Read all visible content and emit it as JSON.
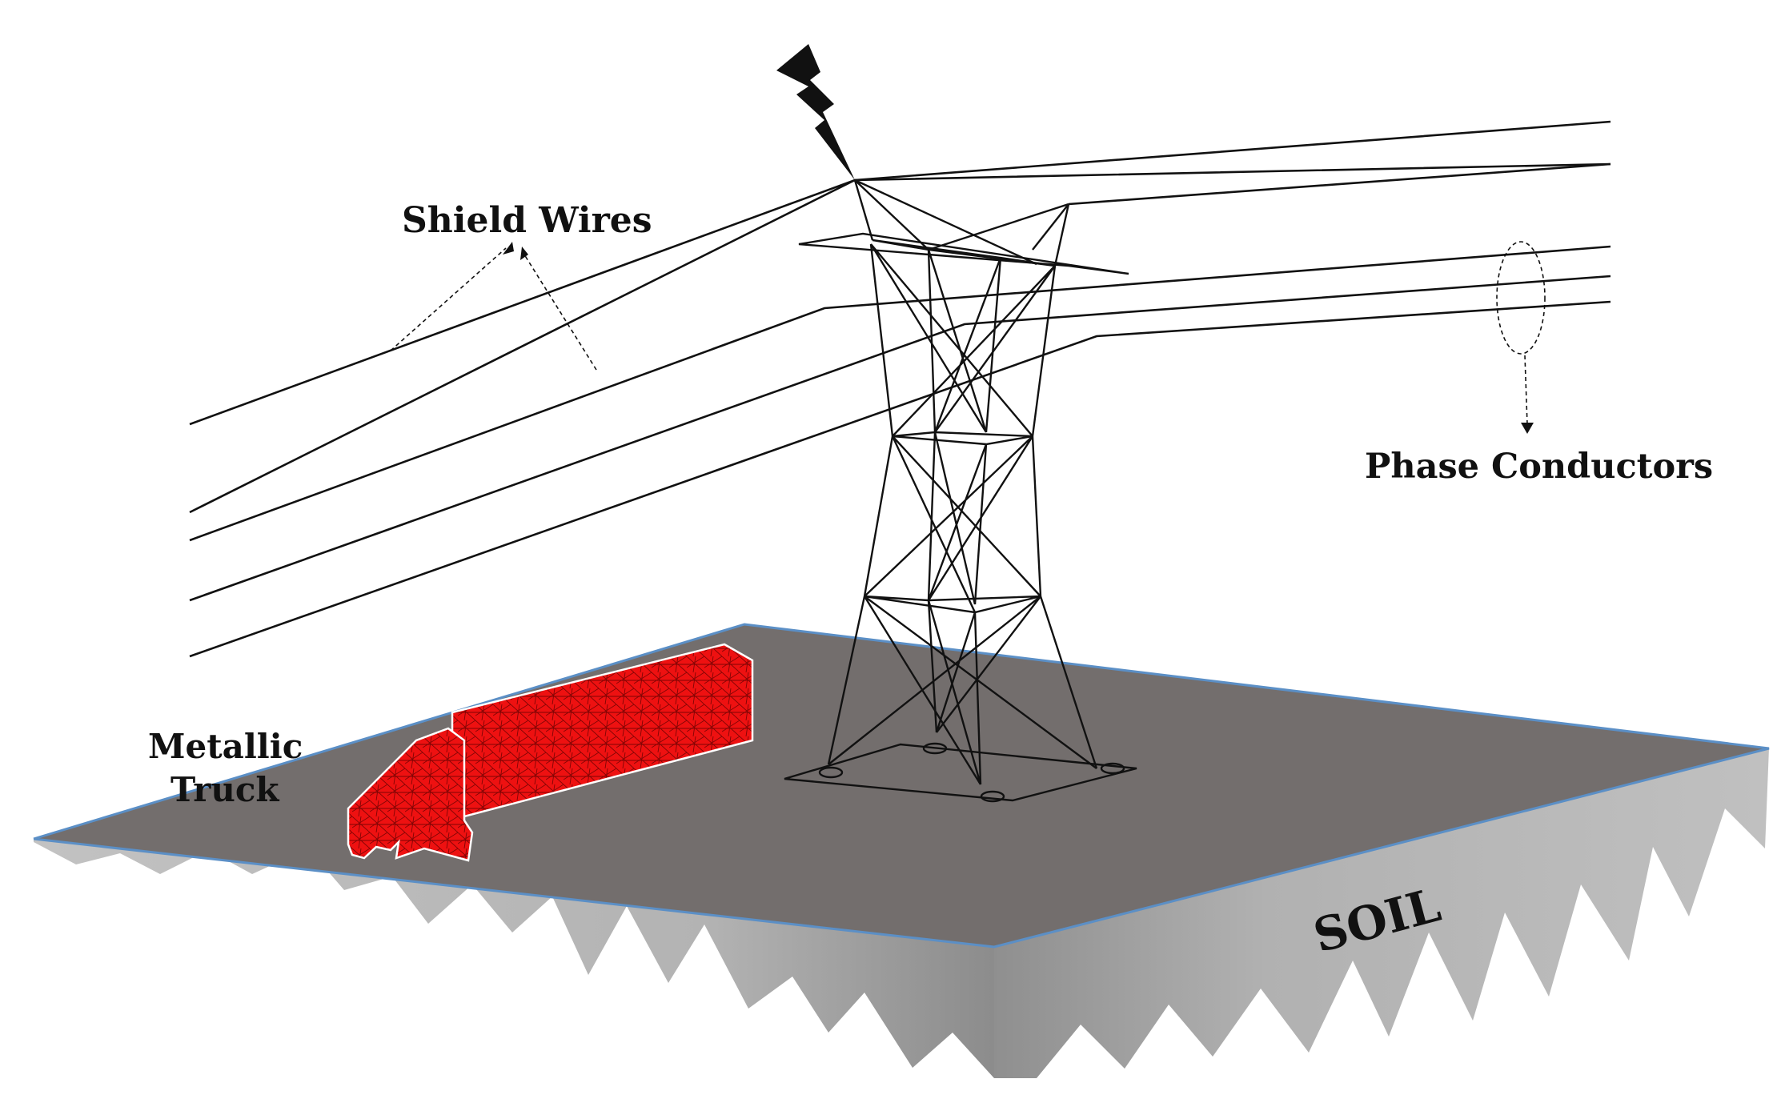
{
  "labels": {
    "shield_wires": "Shield Wires",
    "phase_conductors": "Phase Conductors",
    "truck_line1": "Metallic",
    "truck_line2": "Truck",
    "soil": "SOIL"
  },
  "colors": {
    "ground_top": "#736e6d",
    "ground_edge": "#5b8fc6",
    "soil_side": "#b4b4b4",
    "truck": "#ee1111",
    "wire": "#111111"
  },
  "icons": {
    "lightning": "lightning-bolt-icon"
  }
}
